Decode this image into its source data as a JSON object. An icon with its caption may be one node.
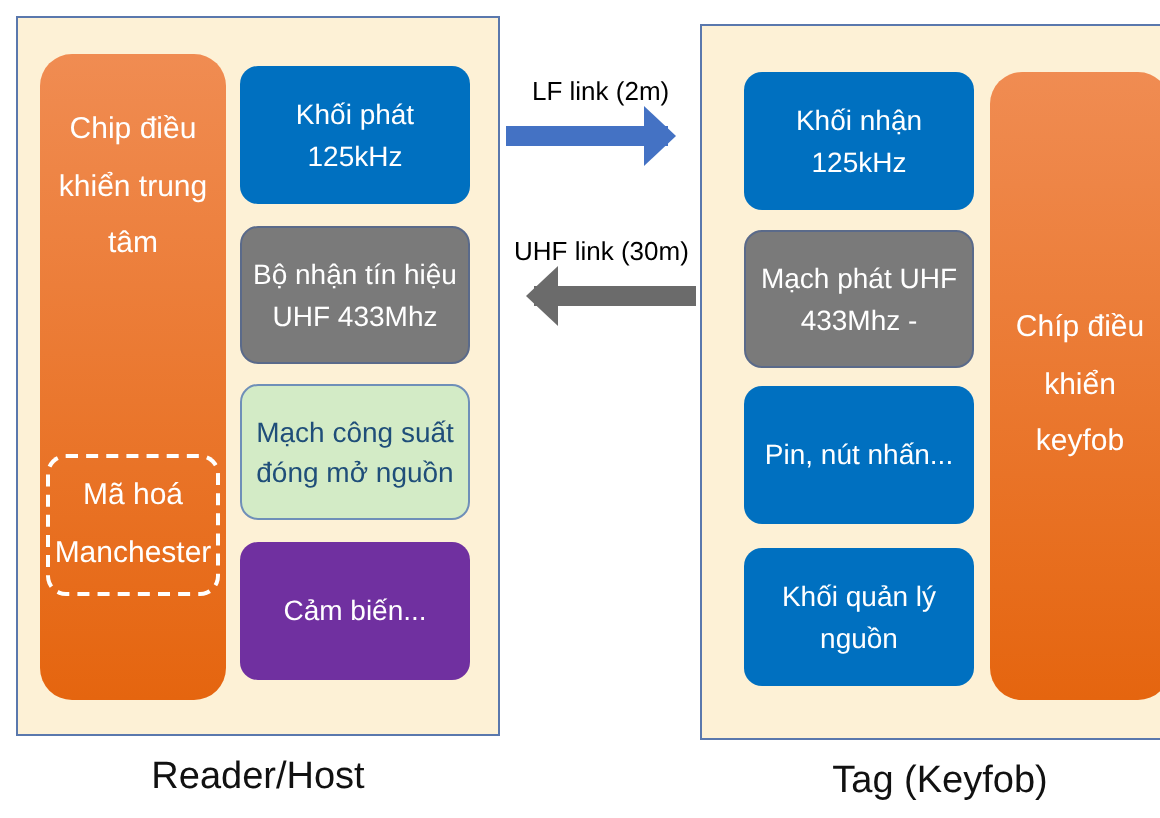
{
  "diagram": {
    "nodes": [
      {
        "text": [
          "Reader/Host"
        ]
      },
      {
        "text": [
          "Chip điều khiển trung tâm"
        ],
        "in": 0
      },
      {
        "text": [
          "Mã hoá Manchester"
        ],
        "in": 1
      },
      {
        "text": [
          "Khối phát 125kHz"
        ],
        "in": 0
      },
      {
        "text": [
          "Bộ nhận tín hiệu UHF 433Mhz"
        ],
        "in": 0
      },
      {
        "text": [
          "Mạch công suất đóng mở nguồn"
        ],
        "in": 0
      },
      {
        "text": [
          "Cảm biến..."
        ],
        "in": 0
      },
      {
        "text": [
          "Tag (Keyfob)"
        ]
      },
      {
        "text": [
          "Khối nhận 125kHz"
        ],
        "in": 7
      },
      {
        "text": [
          "Mạch phát UHF 433Mhz -"
        ],
        "in": 7
      },
      {
        "text": [
          "Pin, nút nhấn..."
        ],
        "in": 7
      },
      {
        "text": [
          "Khối quản lý nguồn"
        ],
        "in": 7
      },
      {
        "text": [
          "Chíp điều khiển keyfob"
        ],
        "in": 7
      }
    ],
    "edges": [
      {
        "from": 0,
        "to": 7,
        "arrow": "to",
        "label": "LF link (2m)",
        "color": "#4472c4"
      },
      {
        "from": 7,
        "to": 0,
        "arrow": "to",
        "label": "UHF link (30m)",
        "color": "#6b6b6b"
      }
    ]
  }
}
